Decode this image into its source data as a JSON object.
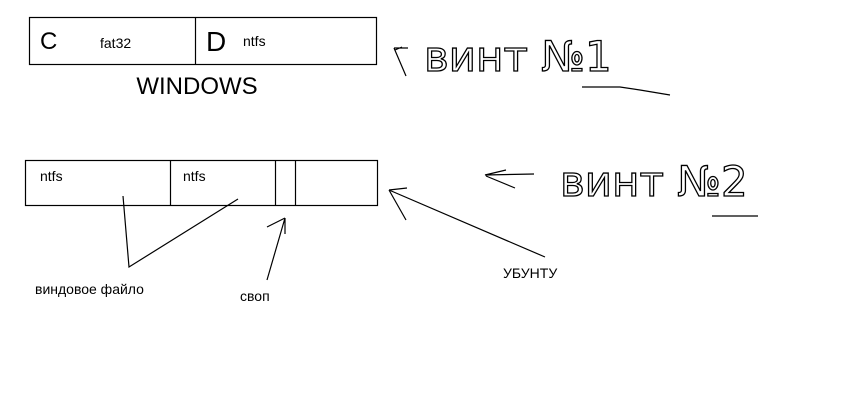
{
  "disk1": {
    "partitions": [
      {
        "letter": "C",
        "fs": "fat32"
      },
      {
        "letter": "D",
        "fs": "ntfs"
      }
    ],
    "os_label": "WINDOWS",
    "handwritten_label": "винт №1"
  },
  "disk2": {
    "partitions": [
      {
        "fs": "ntfs"
      },
      {
        "fs": "ntfs"
      },
      {
        "fs": ""
      },
      {
        "fs": ""
      }
    ],
    "handwritten_label": "винт №2",
    "annotations": {
      "windows_files": "виндовое файло",
      "swap": "своп",
      "ubuntu": "УБУНТУ"
    }
  }
}
